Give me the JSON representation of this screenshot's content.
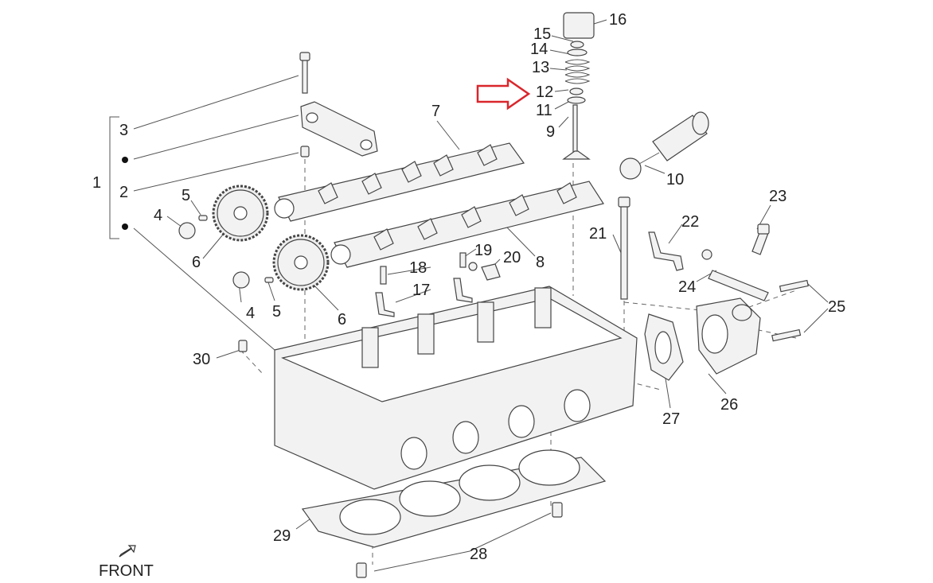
{
  "labels": {
    "l1": "1",
    "l2": "2",
    "l3": "3",
    "l4a": "4",
    "l4b": "4",
    "l5a": "5",
    "l5b": "5",
    "l6a": "6",
    "l6b": "6",
    "l7": "7",
    "l8": "8",
    "l9": "9",
    "l10": "10",
    "l11": "11",
    "l12": "12",
    "l13": "13",
    "l14": "14",
    "l15": "15",
    "l16": "16",
    "l17": "17",
    "l18": "18",
    "l19": "19",
    "l20": "20",
    "l21": "21",
    "l22": "22",
    "l23": "23",
    "l24": "24",
    "l25": "25",
    "l26": "26",
    "l27": "27",
    "l28": "28",
    "l29": "29",
    "l30": "30"
  },
  "front_label": "FRONT",
  "colors": {
    "highlight_arrow": "#d9262c",
    "line": "#555555"
  },
  "icons": {
    "front_indicator": "front-arrow-icon",
    "highlight": "highlight-arrow-icon"
  }
}
